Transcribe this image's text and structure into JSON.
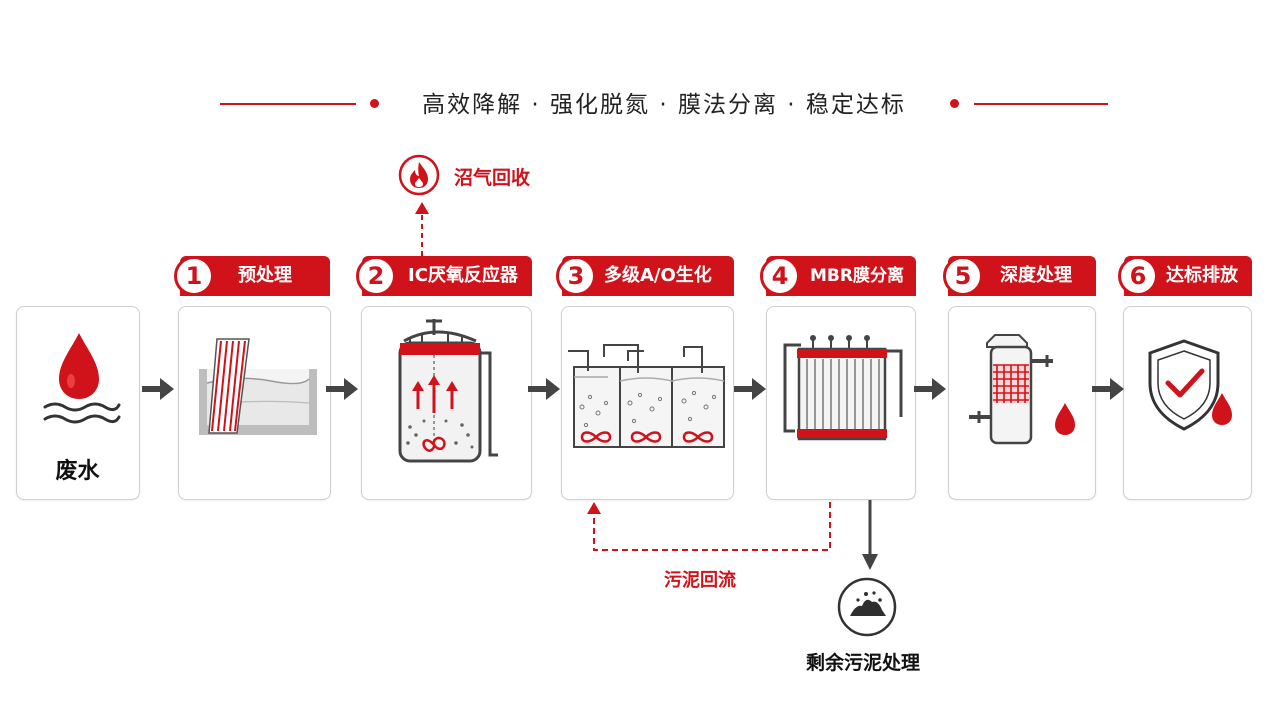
{
  "header": {
    "tagline": "高效降解 · 强化脱氮 · 膜法分离 · 稳定达标"
  },
  "input": {
    "label": "废水"
  },
  "steps": [
    {
      "number": "1",
      "label": "预处理"
    },
    {
      "number": "2",
      "label": "IC厌氧反应器"
    },
    {
      "number": "3",
      "label": "多级A/O生化"
    },
    {
      "number": "4",
      "label": "MBR膜分离"
    },
    {
      "number": "5",
      "label": "深度处理"
    },
    {
      "number": "6",
      "label": "达标排放"
    }
  ],
  "branches": {
    "biogas": "沼气回收",
    "sludge_return": "污泥回流",
    "excess_sludge": "剩余污泥处理"
  },
  "colors": {
    "accent": "#d0121b",
    "arrow": "#444444",
    "border": "#cfcfcf"
  },
  "icons": [
    "water-drop-icon",
    "flame-icon",
    "sludge-pile-icon",
    "shield-check-icon"
  ]
}
